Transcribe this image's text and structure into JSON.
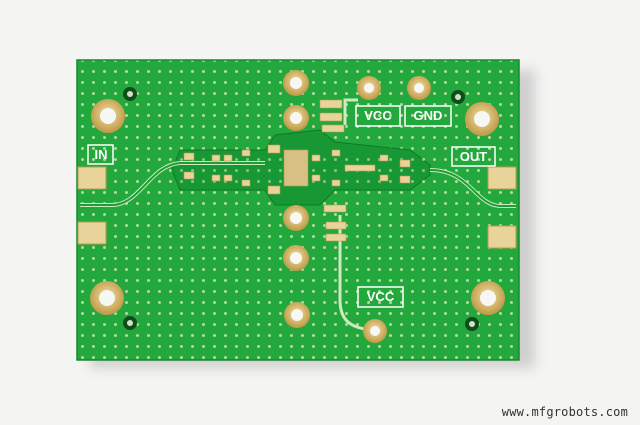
{
  "image": {
    "description_subject": "green printed circuit board",
    "board_color": "#1faa3a",
    "copper_color": "#d8b66a",
    "silkscreen_color": "#ffffff"
  },
  "silkscreen": {
    "in": "IN",
    "out": "OUT",
    "vcc_top": "VCC",
    "gnd": "GND",
    "vcc_bottom": "VCC"
  },
  "watermark": "www.mfgrobots.com"
}
